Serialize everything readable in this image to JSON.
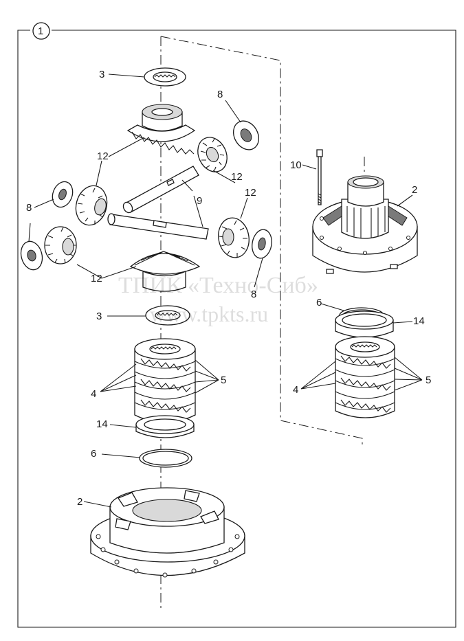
{
  "view": {
    "number": "1"
  },
  "labels": {
    "thrust_washer_top": "3",
    "thrust_washer_mid": "3",
    "washer_8_top": "8",
    "washer_8_left": "8",
    "washer_8_right": "8",
    "pinion_12_a": "12",
    "pinion_12_b": "12",
    "pinion_12_c": "12",
    "pinion_12_d": "12",
    "cross_shaft": "9",
    "bolt": "10",
    "case_half_right": "2",
    "case_half_left": "2",
    "oring_right": "6",
    "oring_left": "6",
    "ring_14_right": "14",
    "ring_14_left": "14",
    "plates_4_left": "4",
    "plates_5_left": "5",
    "plates_4_right": "4",
    "plates_5_right": "5"
  },
  "watermark": {
    "line1": "ТПИК «Техно-Сиб»",
    "line2": "www.tpkts.ru"
  }
}
